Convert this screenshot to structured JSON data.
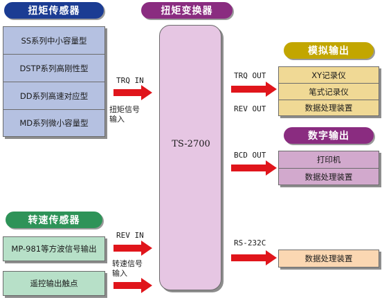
{
  "colors": {
    "torque_sensor_header": "#1b3c93",
    "torque_sensor_fill": "#b5c1e1",
    "converter_header": "#8a2c80",
    "converter_fill": "#e6c6e3",
    "analog_header": "#c2a600",
    "analog_fill": "#f0d995",
    "digital_header": "#8a2c80",
    "digital_fill": "#d2a9cd",
    "speed_sensor_header": "#2e9358",
    "speed_sensor_fill": "#b7e0c8",
    "rs232_fill": "#fbd7b2",
    "arrow": "#e0151b"
  },
  "torque_sensor": {
    "title": "扭矩传感器",
    "items": [
      "SS系列中小容量型",
      "DSTP系列高刚性型",
      "DD系列高速对应型",
      "MD系列微小容量型"
    ]
  },
  "converter": {
    "title": "扭矩变换器",
    "model": "TS-2700"
  },
  "analog_output": {
    "title": "模拟输出",
    "items": [
      "XY记录仪",
      "笔式记录仪",
      "数据处理装置"
    ]
  },
  "digital_output": {
    "title": "数字输出",
    "items": [
      "打印机",
      "数据处理装置"
    ]
  },
  "speed_sensor": {
    "title": "转速传感器",
    "items": [
      "MP-981等方波信号输出",
      "遥控输出触点"
    ]
  },
  "rs232_output": {
    "item": "数据处理装置"
  },
  "signals": {
    "trq_in": "TRQ IN",
    "trq_in_desc_1": "扭矩信号",
    "trq_in_desc_2": "输入",
    "rev_in": "REV IN",
    "rev_in_desc_1": "转速信号",
    "rev_in_desc_2": "输入",
    "trq_out": "TRQ OUT",
    "rev_out": "REV OUT",
    "bcd_out": "BCD OUT",
    "rs232c": "RS-232C"
  }
}
